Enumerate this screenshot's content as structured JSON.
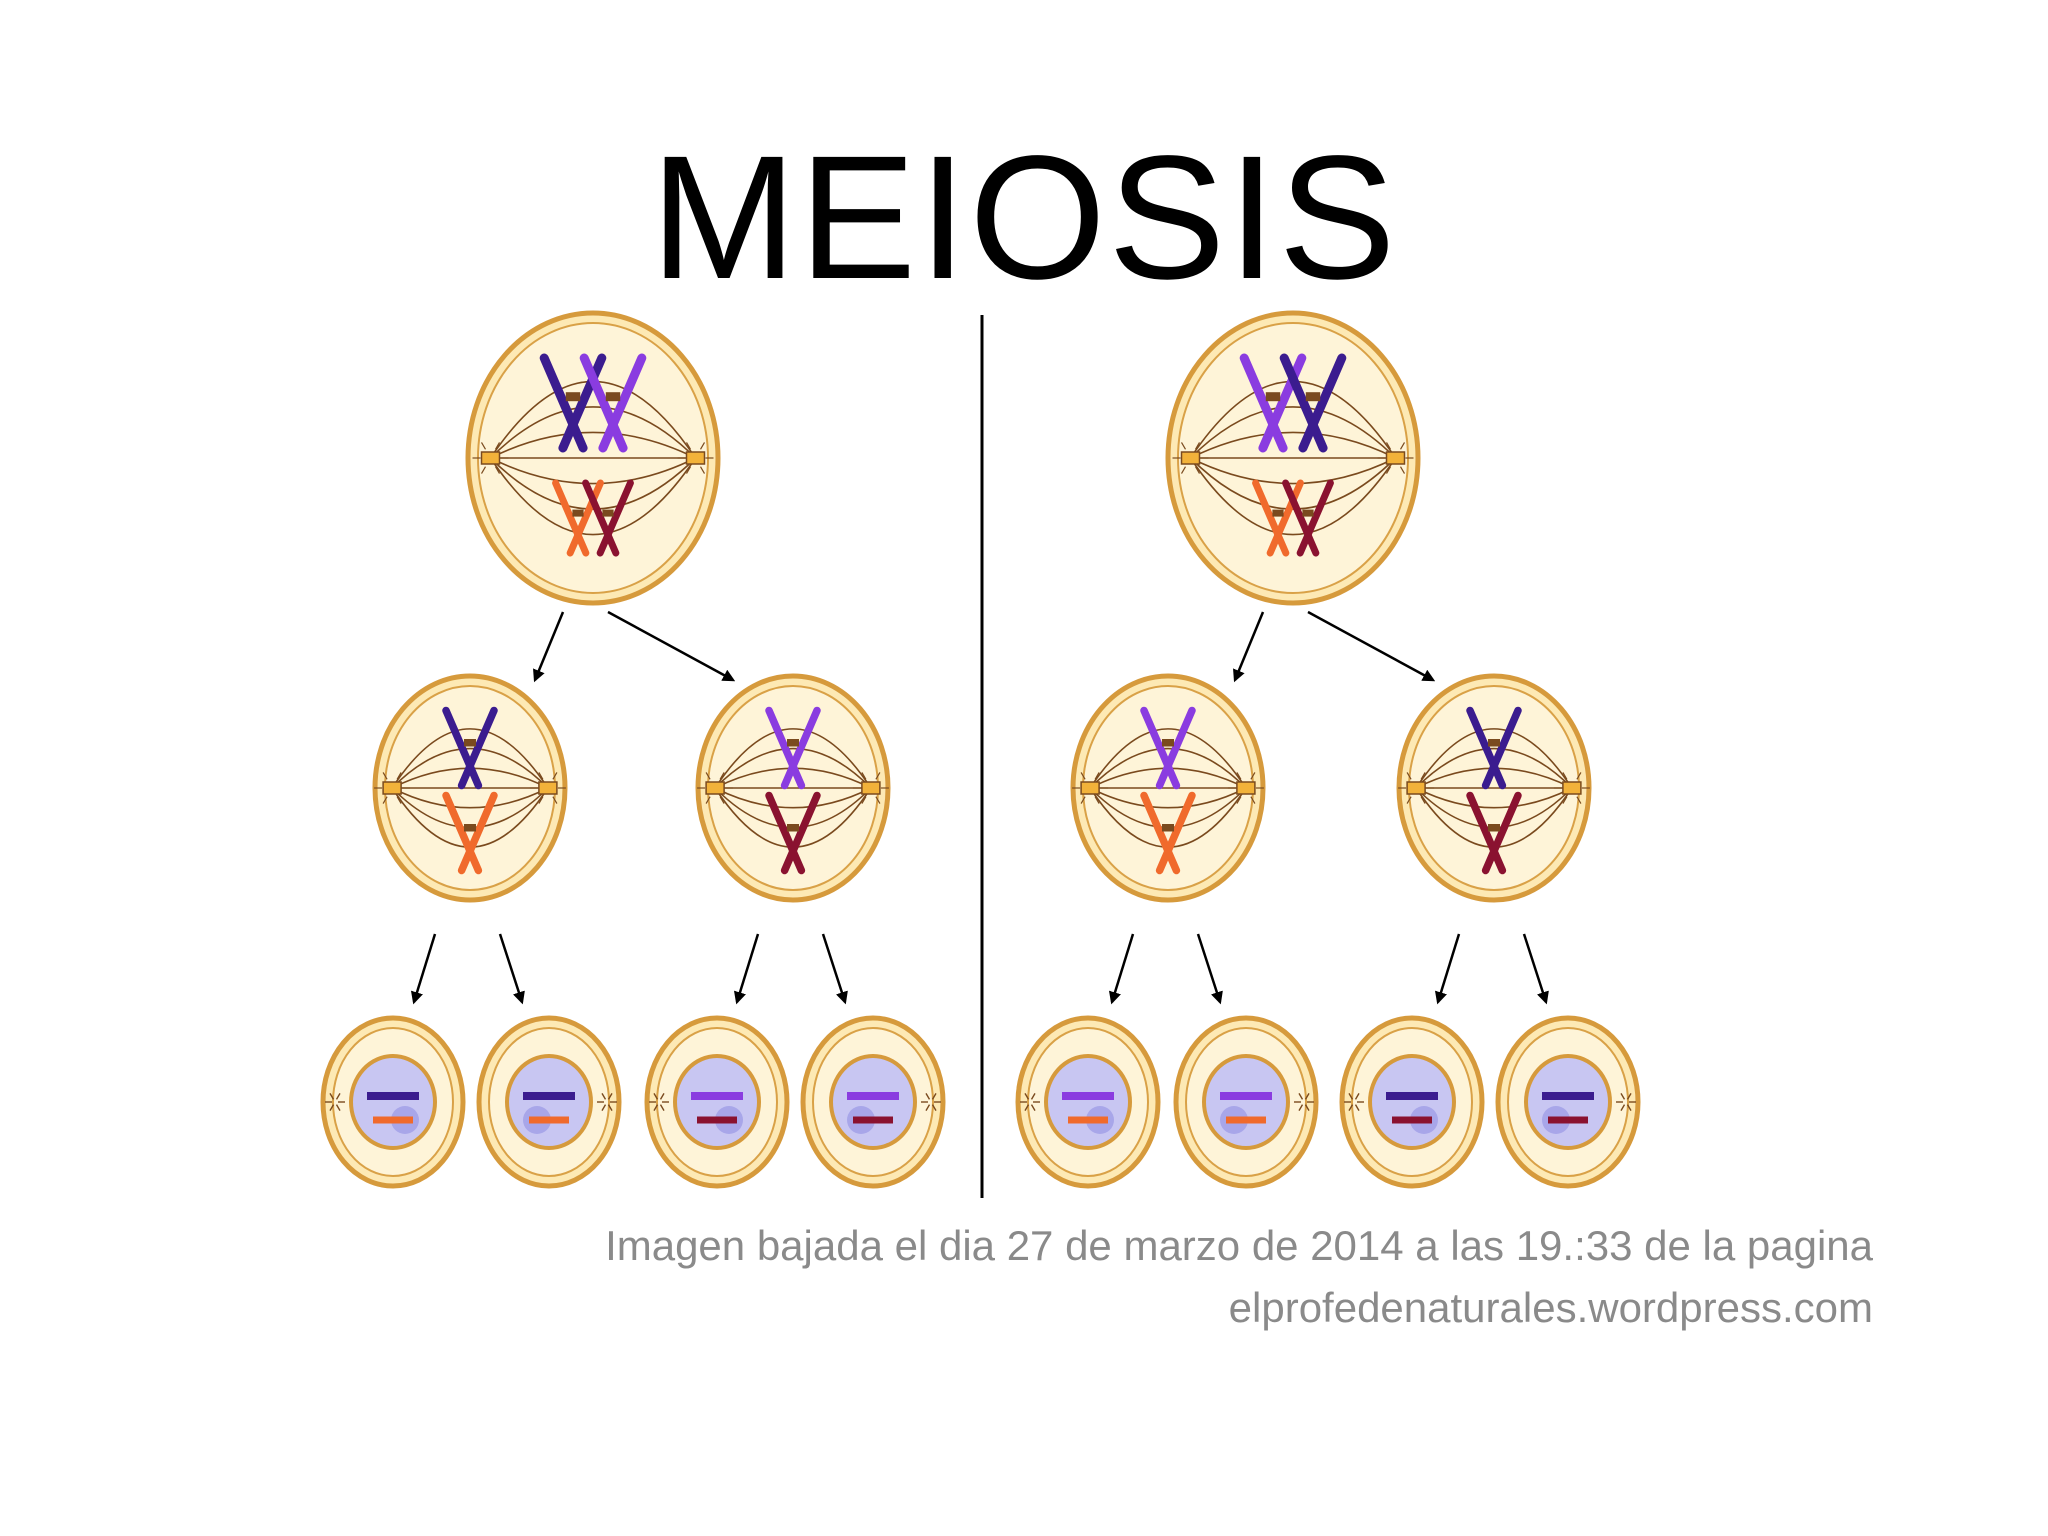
{
  "title": "MEIOSIS",
  "caption": {
    "line1": "Imagen bajada el dia 27 de marzo de 2014 a las 19.:33  de la pagina",
    "line2": "elprofedenaturales.wordpress.com"
  },
  "colors": {
    "cell_fill": "#fde9b4",
    "cell_inner": "#fff6dc",
    "cell_edge": "#d69a3c",
    "spindle": "#7a4a1e",
    "nucleus": "#c8c6f2",
    "dark_purple": "#3b1c8f",
    "light_purple": "#8a3ce0",
    "orange": "#f06a2c",
    "dark_red": "#8a1230",
    "divider": "#000000"
  },
  "panels": [
    {
      "name": "left",
      "mother": {
        "top_pair": [
          "dark_purple",
          "light_purple"
        ],
        "bottom_pair": [
          "orange",
          "dark_red"
        ]
      },
      "daughters": [
        {
          "top": "dark_purple",
          "bottom": "orange"
        },
        {
          "top": "light_purple",
          "bottom": "dark_red"
        }
      ],
      "gametes": [
        {
          "top": "dark_purple",
          "bottom": "orange"
        },
        {
          "top": "dark_purple",
          "bottom": "orange"
        },
        {
          "top": "light_purple",
          "bottom": "dark_red"
        },
        {
          "top": "light_purple",
          "bottom": "dark_red"
        }
      ]
    },
    {
      "name": "right",
      "mother": {
        "top_pair": [
          "light_purple",
          "dark_purple"
        ],
        "bottom_pair": [
          "orange",
          "dark_red"
        ]
      },
      "daughters": [
        {
          "top": "light_purple",
          "bottom": "orange"
        },
        {
          "top": "dark_purple",
          "bottom": "dark_red"
        }
      ],
      "gametes": [
        {
          "top": "light_purple",
          "bottom": "orange"
        },
        {
          "top": "light_purple",
          "bottom": "orange"
        },
        {
          "top": "dark_purple",
          "bottom": "dark_red"
        },
        {
          "top": "dark_purple",
          "bottom": "dark_red"
        }
      ]
    }
  ]
}
